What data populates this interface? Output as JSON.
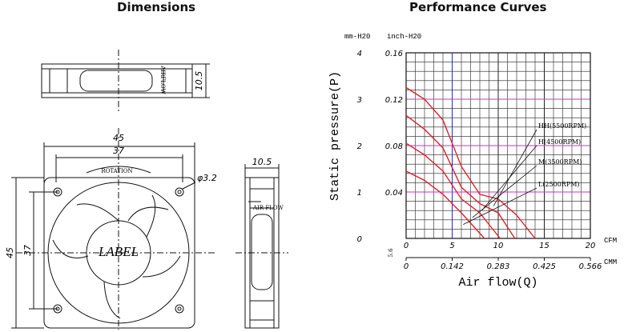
{
  "headers": {
    "dimensions": "Dimensions",
    "performance": "Performance Curves"
  },
  "drawings": {
    "side_height": "10.5",
    "front_width_outer": "45",
    "front_width_inner": "37",
    "front_height_outer": "45",
    "front_height_inner": "37",
    "hole_diameter": "φ3.2",
    "rotation_label": "ROTATION",
    "label_text": "LABEL",
    "side_width": "10.5",
    "airflow_label_top": "AIRFLOW",
    "airflow_label_side": "AIR FLOW",
    "dim_5_6": "5.6"
  },
  "chart_data": {
    "type": "line",
    "title": "",
    "xlabel": "Air flow(Q)",
    "ylabel": "Static pressure(P)",
    "y_units": {
      "primary": "mm-H20",
      "secondary": "inch-H20"
    },
    "x_units": {
      "primary": "CFM",
      "secondary": "CMM"
    },
    "xlim": [
      0,
      20
    ],
    "ylim": [
      0,
      4
    ],
    "x_ticks": [
      "0",
      "5",
      "10",
      "15",
      "20"
    ],
    "x2_ticks": [
      "0",
      "0.142",
      "0.283",
      "0.425",
      "0.566"
    ],
    "y_ticks": [
      "0",
      "1",
      "2",
      "3",
      "4"
    ],
    "y2_ticks": [
      "",
      "0.04",
      "0.08",
      "0.12",
      "0.16"
    ],
    "grid": true,
    "series": [
      {
        "name": "HH(5500RPM)",
        "x": [
          0,
          2,
          4,
          6,
          8,
          10,
          12,
          14
        ],
        "y": [
          3.25,
          3.0,
          2.55,
          1.55,
          0.95,
          0.85,
          0.5,
          0
        ]
      },
      {
        "name": "H(4500RPM)",
        "x": [
          0,
          2,
          4,
          6,
          8,
          10,
          11.8
        ],
        "y": [
          2.65,
          2.35,
          1.95,
          1.1,
          0.75,
          0.55,
          0
        ]
      },
      {
        "name": "M(3500RPM)",
        "x": [
          0,
          2,
          4,
          6,
          8,
          10.2
        ],
        "y": [
          2.05,
          1.8,
          1.45,
          0.85,
          0.55,
          0
        ]
      },
      {
        "name": "L(2500RPM)",
        "x": [
          0,
          2,
          4,
          6,
          8.5
        ],
        "y": [
          1.45,
          1.25,
          0.95,
          0.55,
          0
        ]
      }
    ]
  }
}
